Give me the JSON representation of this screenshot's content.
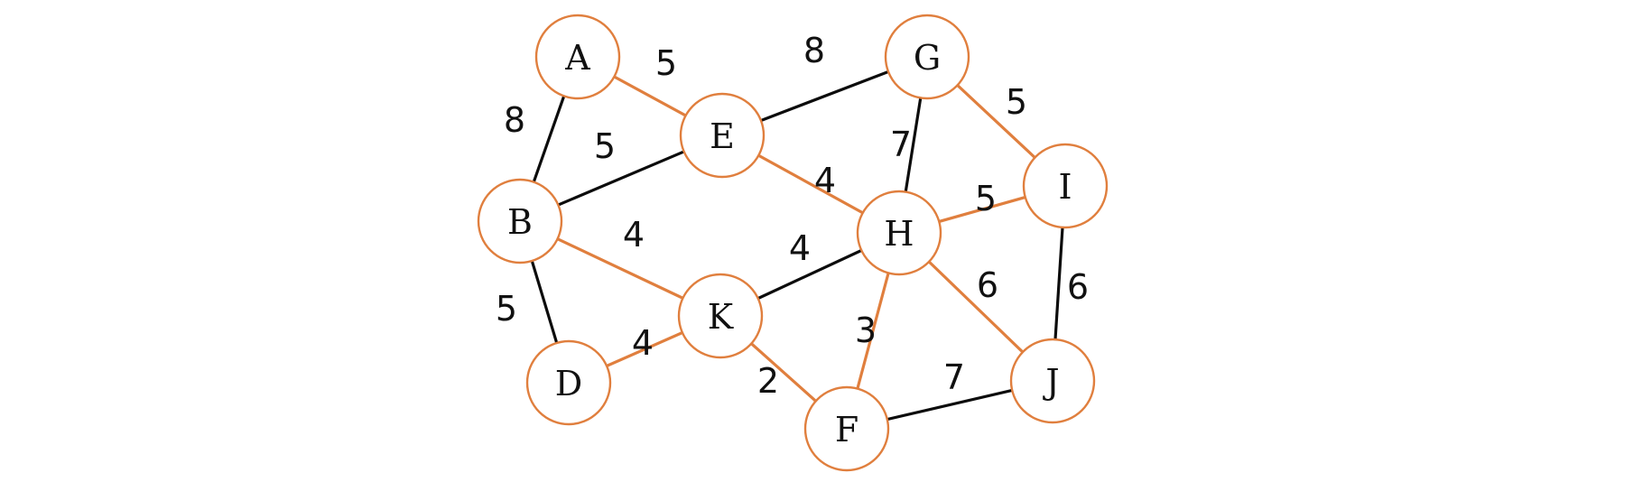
{
  "colors": {
    "highlight": "#e07f3e",
    "normal": "#0c0c0c",
    "node_fill": "#ffffff",
    "text": "#111111"
  },
  "nodes": [
    {
      "id": "A",
      "label": "A"
    },
    {
      "id": "B",
      "label": "B"
    },
    {
      "id": "D",
      "label": "D"
    },
    {
      "id": "E",
      "label": "E"
    },
    {
      "id": "F",
      "label": "F"
    },
    {
      "id": "G",
      "label": "G"
    },
    {
      "id": "H",
      "label": "H"
    },
    {
      "id": "I",
      "label": "I"
    },
    {
      "id": "J",
      "label": "J"
    },
    {
      "id": "K",
      "label": "K"
    }
  ],
  "edges": [
    {
      "from": "A",
      "to": "E",
      "weight": "5",
      "highlighted": true
    },
    {
      "from": "A",
      "to": "B",
      "weight": "8",
      "highlighted": false
    },
    {
      "from": "E",
      "to": "G",
      "weight": "8",
      "highlighted": false
    },
    {
      "from": "B",
      "to": "E",
      "weight": "5",
      "highlighted": false
    },
    {
      "from": "G",
      "to": "I",
      "weight": "5",
      "highlighted": true
    },
    {
      "from": "G",
      "to": "H",
      "weight": "7",
      "highlighted": false
    },
    {
      "from": "E",
      "to": "H",
      "weight": "4",
      "highlighted": true
    },
    {
      "from": "H",
      "to": "I",
      "weight": "5",
      "highlighted": true
    },
    {
      "from": "B",
      "to": "K",
      "weight": "4",
      "highlighted": true
    },
    {
      "from": "K",
      "to": "H",
      "weight": "4",
      "highlighted": false
    },
    {
      "from": "I",
      "to": "J",
      "weight": "6",
      "highlighted": false
    },
    {
      "from": "H",
      "to": "J",
      "weight": "6",
      "highlighted": true
    },
    {
      "from": "B",
      "to": "D",
      "weight": "5",
      "highlighted": false
    },
    {
      "from": "D",
      "to": "K",
      "weight": "4",
      "highlighted": true
    },
    {
      "from": "H",
      "to": "F",
      "weight": "3",
      "highlighted": true
    },
    {
      "from": "K",
      "to": "F",
      "weight": "2",
      "highlighted": true
    },
    {
      "from": "F",
      "to": "J",
      "weight": "7",
      "highlighted": false
    }
  ]
}
